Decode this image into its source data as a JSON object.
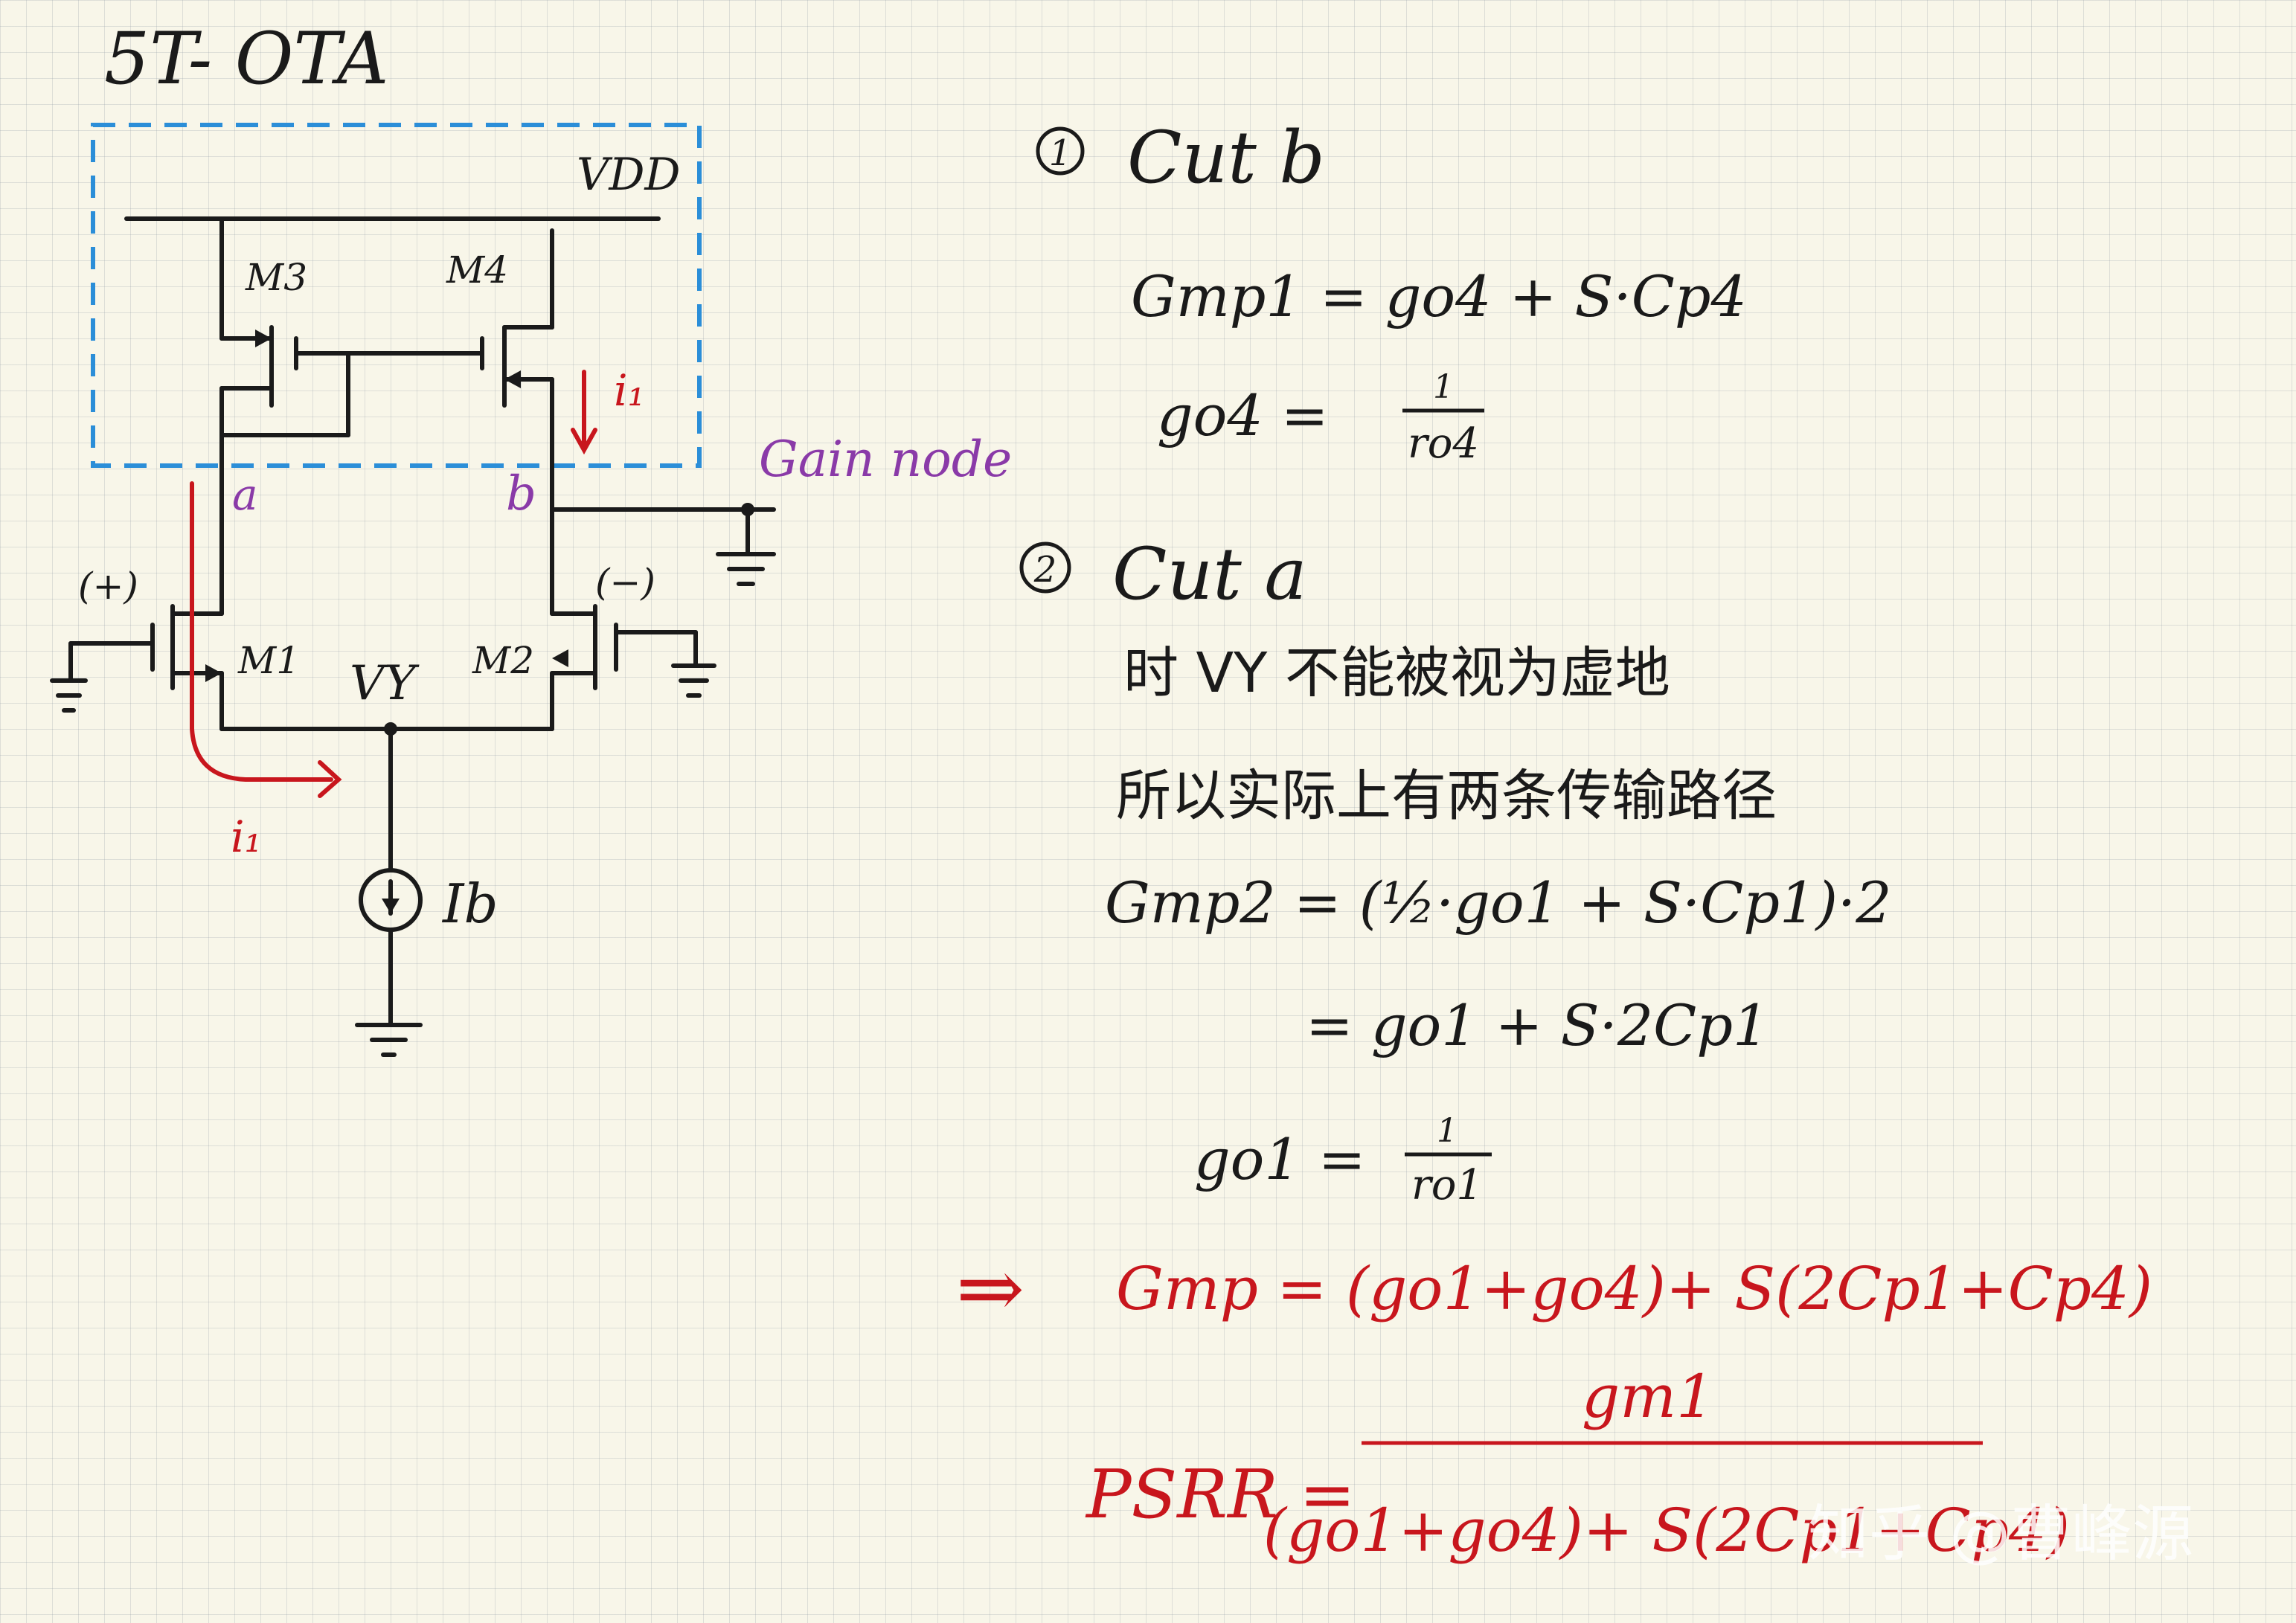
{
  "title": "5T- OTA",
  "circuit": {
    "supply": "VDD",
    "transistors": {
      "m3": "M3",
      "m4": "M4",
      "m1": "M1",
      "m2": "M2"
    },
    "node_a": "a",
    "node_b": "b",
    "gain_node": "Gain node",
    "current": "i₁",
    "vy": "VY",
    "ib": "Ib",
    "in_plus": "(+)",
    "in_minus": "(−)"
  },
  "notes": {
    "step1_num": "1",
    "step1": "Cut b",
    "eq1": "Gmp1 = go4 + S·Cp4",
    "eq2_lhs": "go4 =",
    "eq2_num": "1",
    "eq2_den": "ro4",
    "step2_num": "2",
    "step2": "Cut a",
    "cn1": "时 VY 不能被视为虚地",
    "cn2": "所以实际上有两条传输路径",
    "eq3": "Gmp2 = (½·go1 + S·Cp1)·2",
    "eq4": "= go1 + S·2Cp1",
    "eq5_lhs": "go1 =",
    "eq5_num": "1",
    "eq5_den": "ro1",
    "implies": "⇒",
    "eq6": "Gmp = (go1+go4)+ S(2Cp1+Cp4)",
    "psrr_lhs": "PSRR =",
    "psrr_num": "gm1",
    "psrr_den": "(go1+go4)+ S(2Cp1+Cp4)"
  },
  "watermark": "知乎 @曹峰源",
  "colors": {
    "ink": "#1a1a1a",
    "red": "#c8161d",
    "purple": "#8a3aa8",
    "blue_box": "#2b8ed8",
    "paper": "#f8f6e9"
  }
}
